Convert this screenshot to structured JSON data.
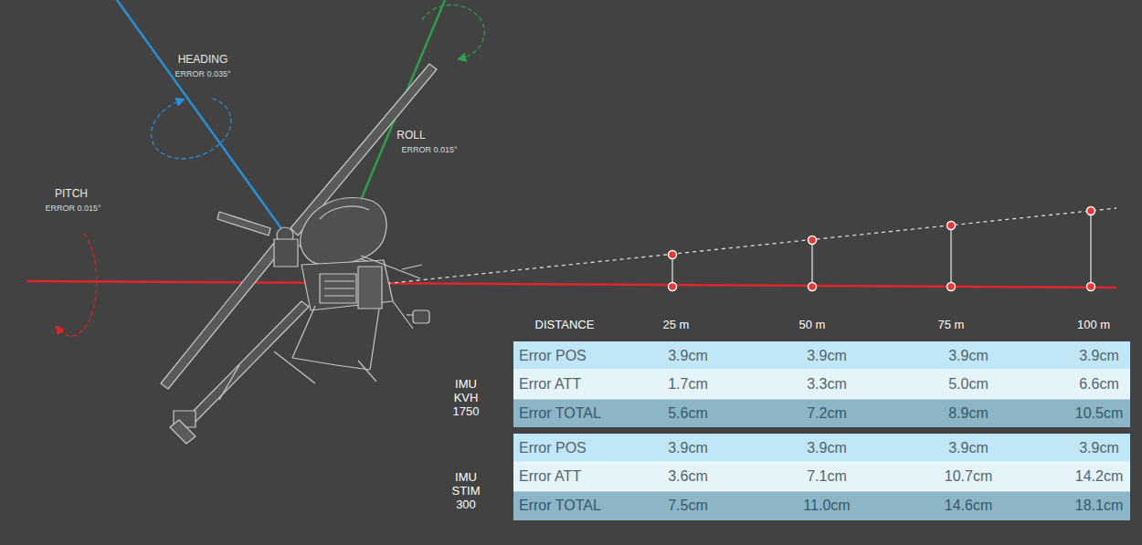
{
  "diagram": {
    "labels": [
      "HEADING",
      "ERROR 0.035°",
      "ROLL",
      "ERROR 0.015°",
      "PITCH",
      "ERROR 0.015°",
      "DISTANCE",
      "25 m",
      "50 m",
      "75 m",
      "100 m",
      "IMU KVH 1750",
      "Error POS",
      "3.9cm",
      "3.9cm",
      "3.9cm",
      "3.9cm",
      "Error ATT",
      "1.7cm",
      "3.3cm",
      "5.0cm",
      "6.6cm",
      "Error TOTAL",
      "5.6cm",
      "7.2cm",
      "8.9cm",
      "10.5cm",
      "IMU STIM 300",
      "Error POS",
      "3.9cm",
      "3.9cm",
      "3.9cm",
      "3.9cm",
      "Error ATT",
      "3.6cm",
      "7.1cm",
      "10.7cm",
      "14.2cm",
      "Error TOTAL",
      "7.5cm",
      "11.0cm",
      "14.6cm",
      "18.1cm"
    ]
  }
}
